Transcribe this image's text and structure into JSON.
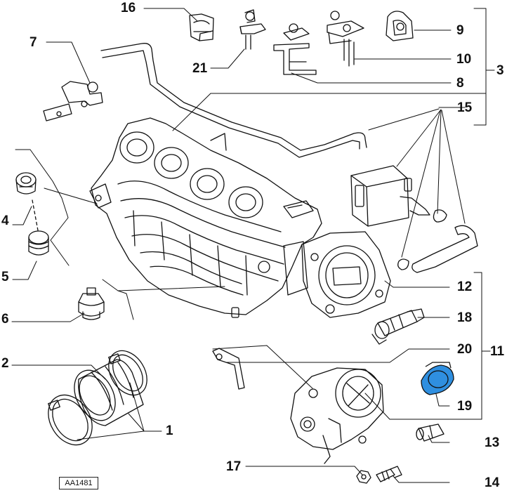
{
  "reference_code": "AA1481",
  "highlight_color": "#2f8fe0",
  "parts": [
    {
      "key": "p16",
      "number": "16",
      "description_icon": "pipe-clip-icon"
    },
    {
      "key": "p21",
      "number": "21",
      "description_icon": "hose-clamp-icon"
    },
    {
      "key": "p9",
      "number": "9",
      "description_icon": "bracket-clip-icon"
    },
    {
      "key": "p10",
      "number": "10",
      "description_icon": "double-clip-icon"
    },
    {
      "key": "p8",
      "number": "8",
      "description_icon": "support-bracket-icon"
    },
    {
      "key": "p3",
      "number": "3",
      "description_icon": "bracket-group-icon"
    },
    {
      "key": "p7",
      "number": "7",
      "description_icon": "retaining-bracket-icon"
    },
    {
      "key": "p15",
      "number": "15",
      "description_icon": "vacuum-valve-icon"
    },
    {
      "key": "p4",
      "number": "4",
      "description_icon": "plug-icon"
    },
    {
      "key": "p5",
      "number": "5",
      "description_icon": "bush-icon"
    },
    {
      "key": "p6",
      "number": "6",
      "description_icon": "rubber-mount-icon"
    },
    {
      "key": "p12",
      "number": "12",
      "description_icon": "intake-manifold-icon"
    },
    {
      "key": "p18",
      "number": "18",
      "description_icon": "sensor-icon"
    },
    {
      "key": "p20",
      "number": "20",
      "description_icon": "throttle-bracket-icon"
    },
    {
      "key": "p11",
      "number": "11",
      "description_icon": "throttle-body-icon"
    },
    {
      "key": "p2",
      "number": "2",
      "description_icon": "intake-hose-icon"
    },
    {
      "key": "p19",
      "number": "19",
      "description_icon": "gasket-icon"
    },
    {
      "key": "p1",
      "number": "1",
      "description_icon": "hose-clip-icon"
    },
    {
      "key": "p13",
      "number": "13",
      "description_icon": "union-fitting-icon"
    },
    {
      "key": "p17",
      "number": "17",
      "description_icon": "nut-icon"
    },
    {
      "key": "p14",
      "number": "14",
      "description_icon": "stud-bolt-icon"
    }
  ]
}
